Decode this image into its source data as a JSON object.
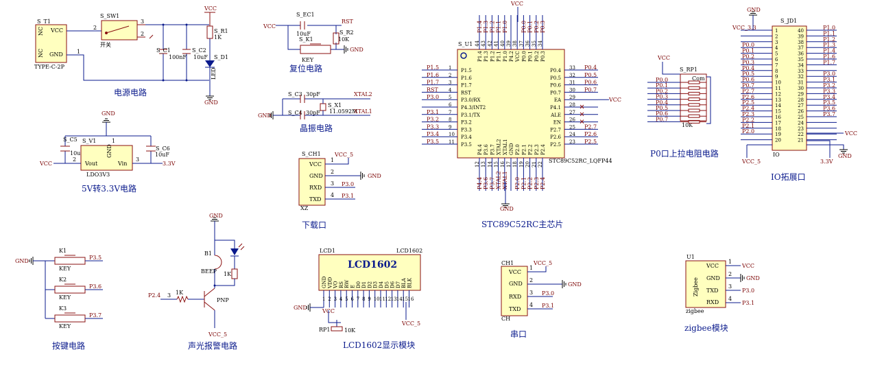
{
  "colors": {
    "wire": "#0a1a8c",
    "component": "#8a0f0f",
    "body_fill": "#ffffbf",
    "net_label": "#7a0000",
    "background": "#ffffff"
  },
  "power": {
    "caption": "电源电路",
    "connector": {
      "ref": "S_T1",
      "model": "TYPE-C-2P",
      "pin_vcc": "VCC",
      "pin_gnd": "GND",
      "nc": "NC"
    },
    "switch": {
      "ref": "S_SW1",
      "name": "开关"
    },
    "c1": {
      "ref": "S_C1",
      "value": "100nF"
    },
    "c2": {
      "ref": "S_C2",
      "value": "10uF"
    },
    "r1": {
      "ref": "S_R1",
      "value": "1K"
    },
    "d1": {
      "ref": "S_D1",
      "name": "LED"
    },
    "vcc": "VCC",
    "gnd": "GND",
    "pins": [
      "2",
      "1",
      "1",
      "2",
      "3"
    ]
  },
  "reset": {
    "caption": "复位电路",
    "cap": {
      "ref": "S_EC1",
      "value": "10uF"
    },
    "key": {
      "ref": "S_K1",
      "name": "KEY"
    },
    "r2": {
      "ref": "S_R2",
      "value": "10K"
    },
    "vcc": "VCC",
    "rst": "RST",
    "gnd": "GND"
  },
  "crystal": {
    "caption": "晶振电路",
    "c3": {
      "ref": "S_C3",
      "value": "30pF"
    },
    "c4": {
      "ref": "S_C4",
      "value": "30pF"
    },
    "x1": {
      "ref": "S_X1",
      "value": "11.0592M"
    },
    "xtal2": "XTAL2",
    "xtal1": "XTAL1",
    "gnd": "GND"
  },
  "ldo": {
    "caption": "5V转3.3V电路",
    "ref": "S_V1",
    "model": "LDO3V3",
    "pin_vout": "Vout",
    "pin_vin": "Vin",
    "pin_gnd": "GND",
    "c5": {
      "ref": "S_C5",
      "value": "10uF"
    },
    "c6": {
      "ref": "S_C6",
      "value": "10uF"
    },
    "vcc": "VCC",
    "v33": "3.3V",
    "gnd": "GND",
    "pins": [
      "2",
      "1",
      "3"
    ]
  },
  "download": {
    "caption": "下载口",
    "ref": "S_CH1",
    "model": "XZ",
    "pins": [
      "VCC",
      "GND",
      "RXD",
      "TXD"
    ],
    "nums": [
      "1",
      "2",
      "3",
      "4"
    ],
    "nets": [
      "VCC_5",
      "GND",
      "P3.0",
      "P3.1"
    ]
  },
  "mcu": {
    "caption": "STC89C52RC主芯片",
    "ref": "S_U1",
    "model": "STC89C52RC_LQFP44",
    "left_pins": [
      "P1.5",
      "P1.6",
      "P1.7",
      "RST",
      "P3.0/RX",
      "P4.3/INT2",
      "P3.1/TX",
      "P3.2",
      "P3.3",
      "P3.4",
      "P3.5"
    ],
    "left_nums": [
      "1",
      "2",
      "3",
      "4",
      "5",
      "6",
      "7",
      "8",
      "9",
      "10",
      "11"
    ],
    "left_nets": [
      "P1.5",
      "P1.6",
      "P1.7",
      "RST",
      "P3.0",
      "",
      "P3.1",
      "P3.2",
      "P3.3",
      "P3.4",
      "P3.5"
    ],
    "right_pins": [
      "P0.4",
      "P0.5",
      "P0.6",
      "P0.7",
      "EA",
      "P4.1",
      "ALE",
      "EN",
      "P2.7",
      "P2.6",
      "P2.5"
    ],
    "right_nums": [
      "33",
      "32",
      "31",
      "30",
      "29",
      "28",
      "27",
      "26",
      "25",
      "24",
      "23"
    ],
    "right_nets": [
      "P0.4",
      "P0.5",
      "P0.6",
      "P0.7",
      "VCC",
      "",
      "",
      "",
      "P2.7",
      "P2.6",
      "P2.5"
    ],
    "top_pins": [
      "P1.4",
      "P1.3",
      "P1.2",
      "P1.1",
      "P1.0",
      "P4.2",
      "VCC",
      "P0.0",
      "P0.1",
      "P0.2",
      "P0.3"
    ],
    "top_nums": [
      "44",
      "43",
      "42",
      "41",
      "40",
      "39",
      "38",
      "37",
      "36",
      "35",
      "34"
    ],
    "top_nets": [
      "P1.4",
      "P1.3",
      "P1.2",
      "P1.1",
      "P1.0",
      "",
      "VCC",
      "P0.0",
      "P0.1",
      "P0.2",
      "P0.3"
    ],
    "bottom_pins": [
      "P4.4",
      "P3.6",
      "P3.7",
      "XTAL2",
      "XTAL1",
      "GND",
      "P2.0",
      "P2.1",
      "P2.2",
      "P2.3",
      "P2.4"
    ],
    "bottom_nums": [
      "12",
      "13",
      "14",
      "15",
      "16",
      "17",
      "18",
      "19",
      "20",
      "21",
      "22"
    ],
    "bottom_nets": [
      "P4.4",
      "P3.6",
      "P3.7",
      "XTAL2",
      "XTAL1",
      "",
      "P2.0",
      "P2.1",
      "P2.2",
      "P2.3",
      "P2.4"
    ],
    "vcc": "VCC",
    "gnd": "GND"
  },
  "pullup": {
    "caption": "P0口上拉电阻电路",
    "ref": "S_RP1",
    "com": "Com",
    "value": "10K",
    "vcc": "VCC",
    "nets": [
      "P0.0",
      "P0.1",
      "P0.2",
      "P0.3",
      "P0.4",
      "P0.5",
      "P0.6",
      "P0.7"
    ]
  },
  "io": {
    "caption": "IO拓展口",
    "ref": "S_JD1",
    "model": "IO",
    "left_nums": [
      "1",
      "2",
      "3",
      "4",
      "5",
      "6",
      "7",
      "8",
      "9",
      "10",
      "11",
      "12",
      "13",
      "14",
      "15",
      "16",
      "17",
      "18",
      "19",
      "20"
    ],
    "right_nums": [
      "40",
      "39",
      "38",
      "37",
      "36",
      "35",
      "34",
      "33",
      "32",
      "31",
      "30",
      "29",
      "28",
      "27",
      "26",
      "25",
      "24",
      "23",
      "22",
      "21"
    ],
    "left_nets": [
      "VCC_3.3",
      "",
      "",
      "P0.0",
      "P0.1",
      "P0.2",
      "P0.3",
      "P0.4",
      "P0.5",
      "P0.6",
      "P0.7",
      "P2.7",
      "P2.6",
      "P2.5",
      "P2.4",
      "P2.3",
      "P2.2",
      "P2.1",
      "P2.0",
      ""
    ],
    "right_nets": [
      "P1.0",
      "P1.1",
      "P1.2",
      "P1.3",
      "P1.4",
      "P1.6",
      "P1.7",
      "",
      "P3.0",
      "P3.1",
      "P3.2",
      "P3.3",
      "P3.4",
      "P3.5",
      "P3.6",
      "P3.7",
      "",
      "VCC",
      "",
      ""
    ],
    "gnd": "GND",
    "vcc5": "VCC_5",
    "v33": "3.3V",
    "vcc": "VCC"
  },
  "buttons": {
    "caption": "按键电路",
    "keys": [
      {
        "ref": "K1",
        "name": "KEY",
        "net": "P3.5"
      },
      {
        "ref": "K2",
        "name": "KEY",
        "net": "P3.6"
      },
      {
        "ref": "K3",
        "name": "KEY",
        "net": "P3.7"
      }
    ],
    "gnd": "GND"
  },
  "alarm": {
    "caption": "声光报警电路",
    "buzzer": {
      "ref": "B1",
      "name": "BEEP"
    },
    "resistor": "1K",
    "resistor2": "1K",
    "transistor": "PNP",
    "net_in": "P2.4",
    "pin": "3",
    "gnd": "GND",
    "vcc5": "VCC_5"
  },
  "lcd": {
    "caption": "LCD1602显示模块",
    "ref": "LCD1",
    "model": "LCD1602",
    "title": "LCD1602",
    "pins": [
      "GND",
      "VDD",
      "VO",
      "RS",
      "RW",
      "E",
      "D0",
      "D1",
      "D2",
      "D3",
      "D4",
      "D5",
      "D6",
      "D7",
      "BLA",
      "BLK"
    ],
    "rp1": {
      "ref": "RP1",
      "value": "10K"
    },
    "gnd": "GND",
    "vcc": "VCC",
    "vcc5": "VCC_5"
  },
  "serial": {
    "caption": "串口",
    "ref": "CH1",
    "model": "CH",
    "pins": [
      "VCC",
      "GND",
      "RXD",
      "TXD"
    ],
    "nums": [
      "1",
      "2",
      "3",
      "4"
    ],
    "nets": [
      "VCC_5",
      "GND",
      "P3.0",
      "P3.1"
    ]
  },
  "zigbee": {
    "caption": "zigbee模块",
    "ref": "U1",
    "model": "zigbee",
    "name": "Zigbee",
    "pins": [
      "VCC",
      "GND",
      "TXD",
      "RXD"
    ],
    "nums": [
      "1",
      "2",
      "3",
      "4"
    ],
    "nets": [
      "VCC",
      "GND",
      "P3.0",
      "P3.1"
    ]
  }
}
